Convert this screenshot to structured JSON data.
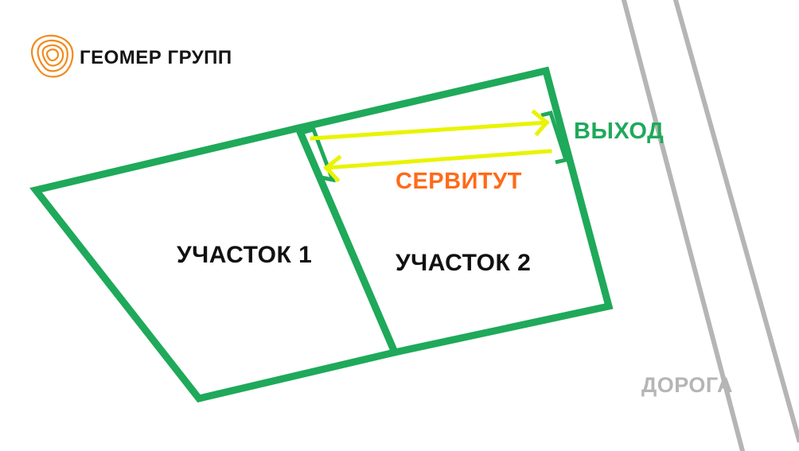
{
  "brand": {
    "name": "ГЕОМЕР ГРУПП",
    "icon": "contour-lines-icon",
    "color": "#f28a1c"
  },
  "plots": [
    {
      "label": "УЧАСТОК 1"
    },
    {
      "label": "УЧАСТОК 2"
    }
  ],
  "annotations": {
    "exit": "ВЫХОД",
    "servitude": "СЕРВИТУТ",
    "road": "ДОРОГА"
  },
  "colors": {
    "boundary": "#1fa95a",
    "servitude_arrows": "#e8f400",
    "servitude_text": "#ff6a1a",
    "road": "#b5b5b5",
    "text": "#111111"
  }
}
